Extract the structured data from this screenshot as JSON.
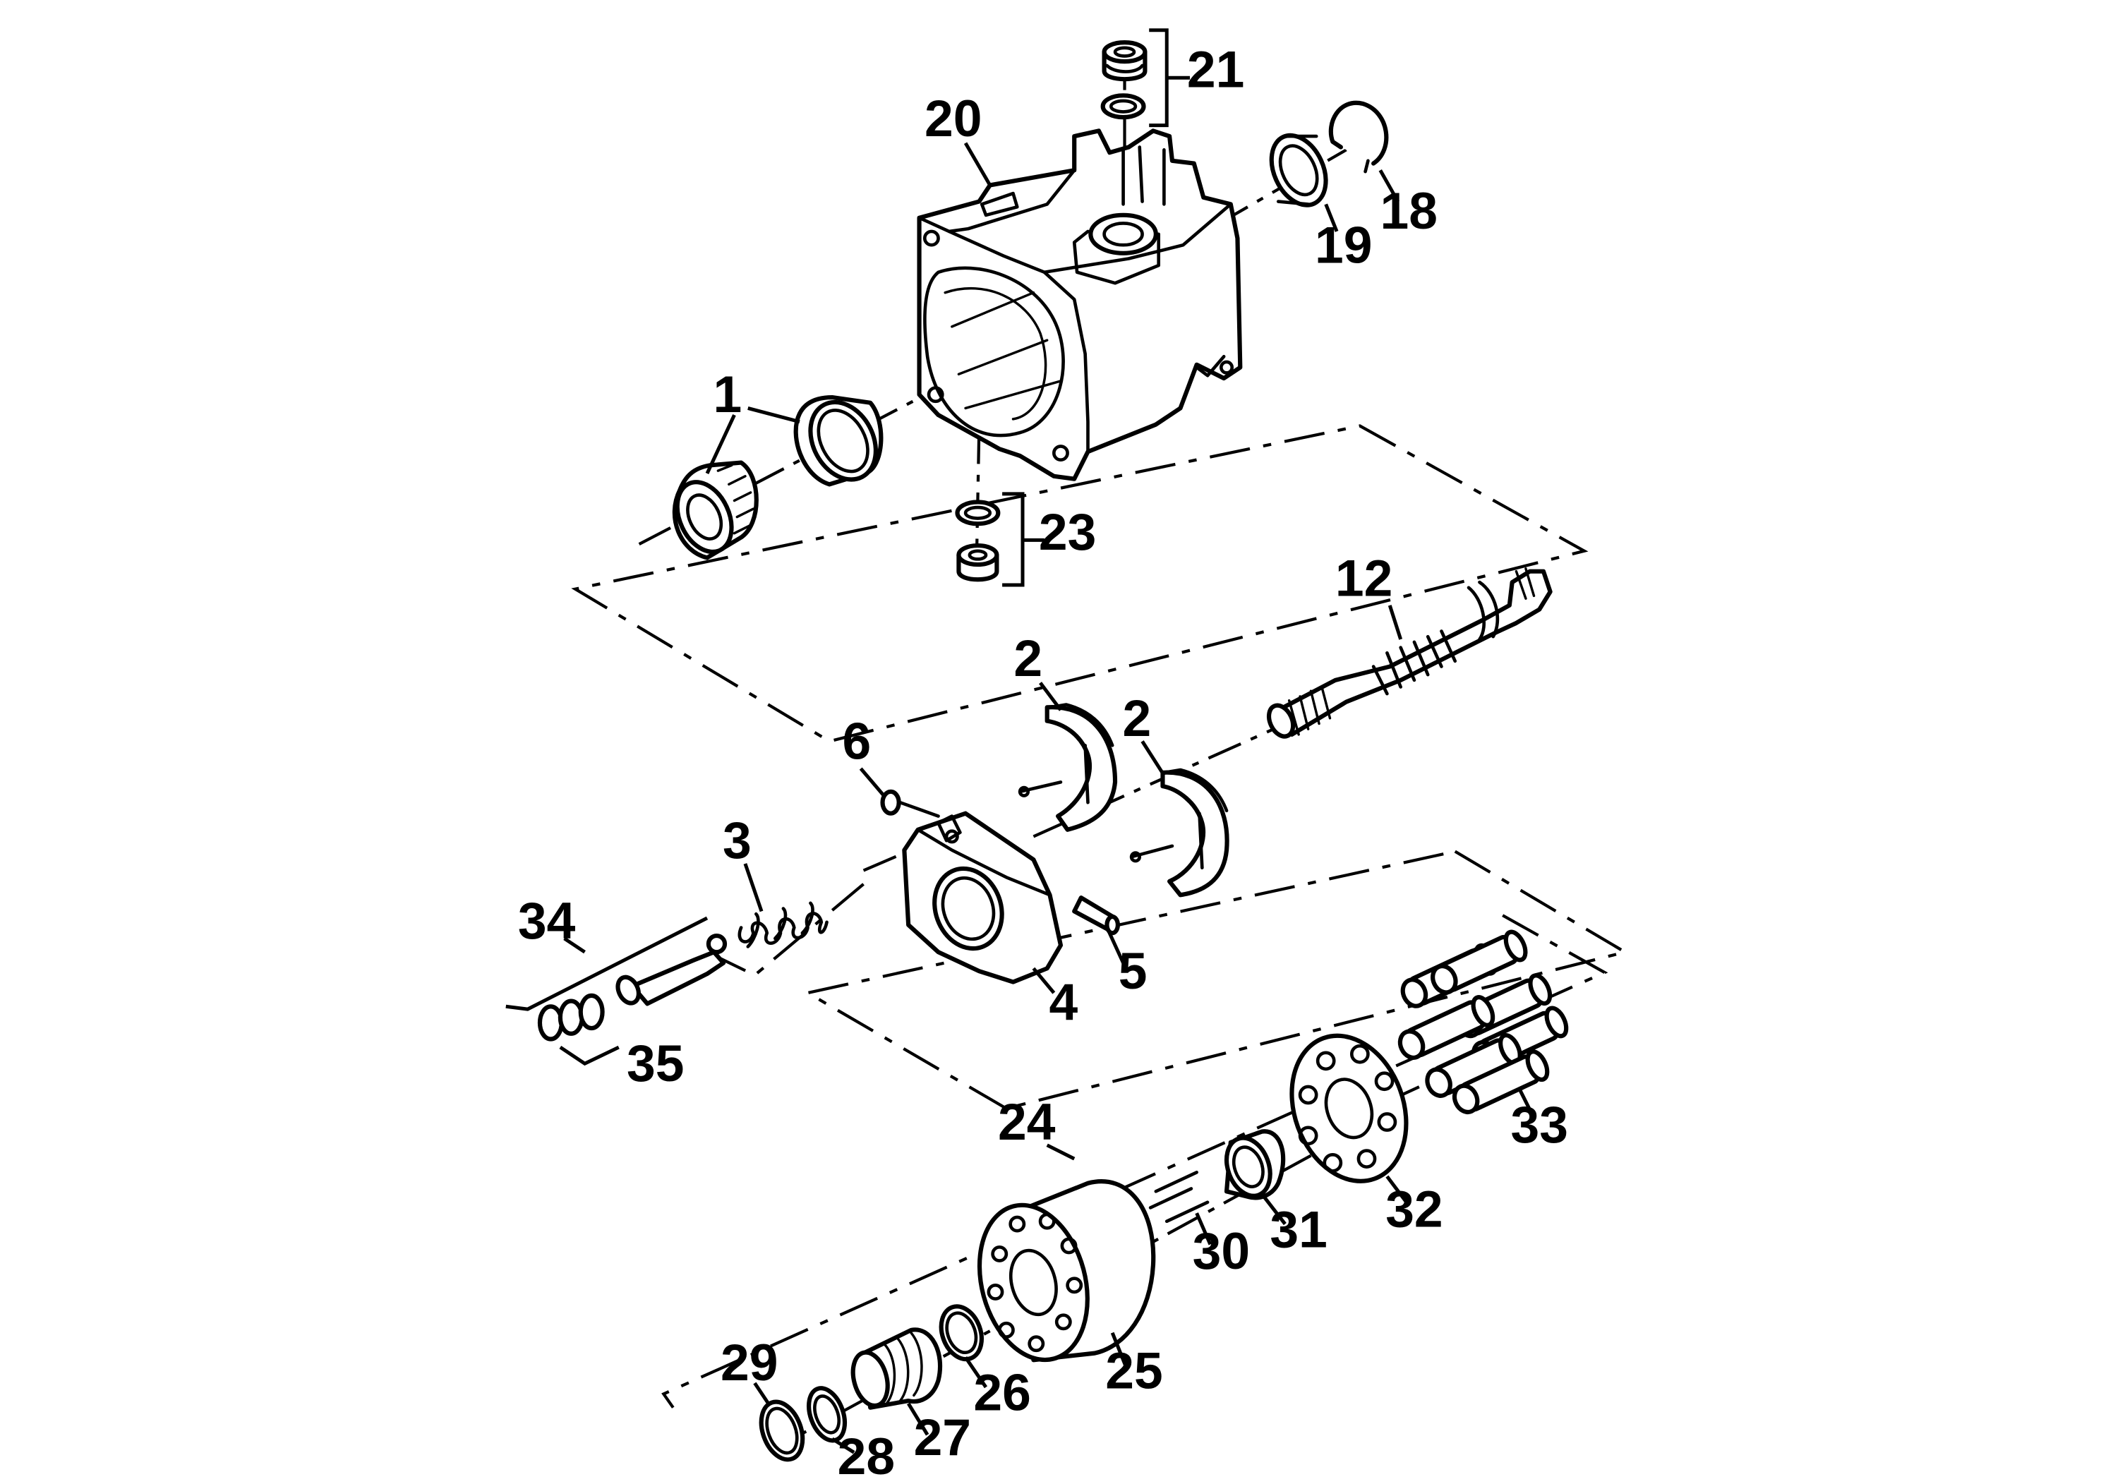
{
  "diagram": {
    "callouts": [
      {
        "id": "c1",
        "label": "1",
        "part": "bearing"
      },
      {
        "id": "c2a",
        "label": "2",
        "part": "cradle-bearing-upper"
      },
      {
        "id": "c2b",
        "label": "2",
        "part": "cradle-bearing-lower"
      },
      {
        "id": "c3",
        "label": "3",
        "part": "spring"
      },
      {
        "id": "c4",
        "label": "4",
        "part": "swashplate"
      },
      {
        "id": "c5",
        "label": "5",
        "part": "pin"
      },
      {
        "id": "c6",
        "label": "6",
        "part": "snap-ring"
      },
      {
        "id": "c12",
        "label": "12",
        "part": "shaft"
      },
      {
        "id": "c18",
        "label": "18",
        "part": "retaining-ring"
      },
      {
        "id": "c19",
        "label": "19",
        "part": "shaft-seal"
      },
      {
        "id": "c20",
        "label": "20",
        "part": "housing"
      },
      {
        "id": "c21",
        "label": "21",
        "part": "plug-kit-top"
      },
      {
        "id": "c23",
        "label": "23",
        "part": "plug-kit-bottom"
      },
      {
        "id": "c24",
        "label": "24",
        "part": "rotating-group-kit"
      },
      {
        "id": "c25",
        "label": "25",
        "part": "cylinder-block"
      },
      {
        "id": "c26",
        "label": "26",
        "part": "ring"
      },
      {
        "id": "c27",
        "label": "27",
        "part": "block-spring"
      },
      {
        "id": "c28",
        "label": "28",
        "part": "washer"
      },
      {
        "id": "c29",
        "label": "29",
        "part": "snap-ring-block"
      },
      {
        "id": "c30",
        "label": "30",
        "part": "pins"
      },
      {
        "id": "c31",
        "label": "31",
        "part": "ball-guide"
      },
      {
        "id": "c32",
        "label": "32",
        "part": "slipper-retainer"
      },
      {
        "id": "c33",
        "label": "33",
        "part": "piston-assemblies"
      },
      {
        "id": "c34",
        "label": "34",
        "part": "servo-kit"
      },
      {
        "id": "c35",
        "label": "35",
        "part": "o-rings"
      }
    ]
  }
}
